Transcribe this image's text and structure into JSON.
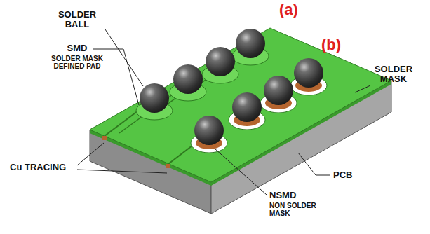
{
  "diagram": {
    "labels": [
      "SOLDER BALL",
      "SMD",
      "SOLDER MASK DEFINED PAD",
      "(a)",
      "(b)",
      "SOLDER MASK",
      "Cu TRACING",
      "PCB",
      "NSMD",
      "NON SOLDER MASK"
    ]
  }
}
